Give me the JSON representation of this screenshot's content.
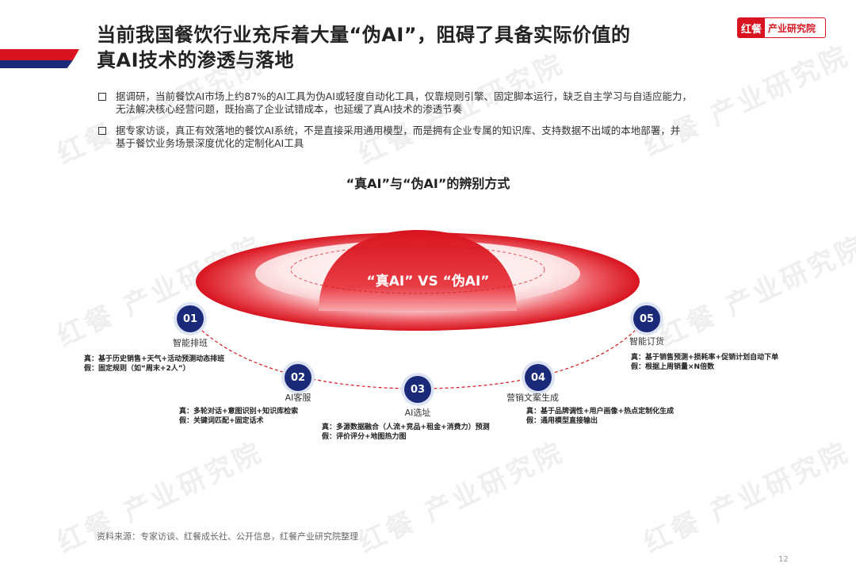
{
  "header": {
    "title_line1": "当前我国餐饮行业充斥着大量“伪AI”，阻碍了具备实际价值的",
    "title_line2": "真AI技术的渗透与落地",
    "logo_mark": "红餐",
    "logo_text": "产业研究院"
  },
  "bullets": [
    {
      "line1": "据调研，当前餐饮AI市场上约87%的AI工具为伪AI或轻度自动化工具，仅靠规则引擎、固定脚本运行，缺乏自主学习与自适应能力，",
      "line2": "无法解决核心经营问题，既抬高了企业试错成本，也延缓了真AI技术的渗透节奏"
    },
    {
      "line1": "据专家访谈，真正有效落地的餐饮AI系统，不是直接采用通用模型，而是拥有企业专属的知识库、支持数据不出域的本地部署，并",
      "line2": "基于餐饮业务场景深度优化的定制化AI工具"
    }
  ],
  "diagram": {
    "title": "“真AI”与“伪AI”的辨别方式",
    "center": "“真AI” VS “伪AI”",
    "nodes": [
      {
        "num": "01",
        "label": "智能排班",
        "real": "真：基于历史销售+天气+活动预测动态排班",
        "fake": "假：固定规则（如“周末+2人”）"
      },
      {
        "num": "02",
        "label": "AI客服",
        "real": "真：多轮对话+意图识别+知识库检索",
        "fake": "假：关键词匹配+固定话术"
      },
      {
        "num": "03",
        "label": "AI选址",
        "real": "真：多源数据融合（人流+竞品+租金+消费力）预测",
        "fake": "假：评价评分+地图热力图"
      },
      {
        "num": "04",
        "label": "营销文案生成",
        "real": "真：基于品牌调性+用户画像+热点定制化生成",
        "fake": "假：通用模型直接输出"
      },
      {
        "num": "05",
        "label": "智能订货",
        "real": "真：基于销售预测+损耗率+促销计划自动下单",
        "fake": "假：根据上周销量×N倍数"
      }
    ]
  },
  "watermark": "红餐 产业研究院",
  "footer": {
    "source": "资料来源：专家访谈、红餐成长社、公开信息，红餐产业研究院整理",
    "page": "12"
  },
  "colors": {
    "brand_red": "#d7141f",
    "brand_blue": "#1a2a78"
  }
}
